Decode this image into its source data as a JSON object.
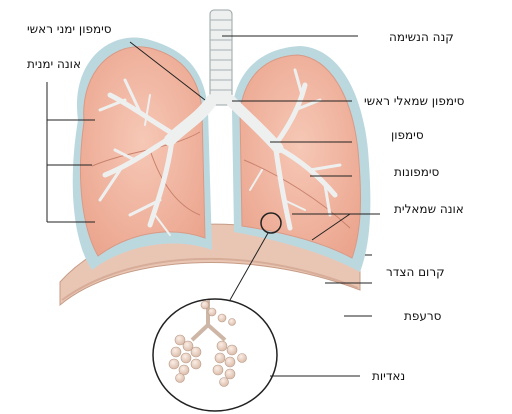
{
  "labels": {
    "trachea": "קנה הנשימה",
    "left_main_bronchus": "סימפון שמאלי ראשי",
    "bronchus": "סימפון",
    "bronchioles": "סימפונות",
    "left_lobe": "אונה שמאלית",
    "pleura": "קרום הצדר",
    "diaphragm": "סרעפת",
    "alveoli": "נאדיות",
    "right_main_bronchus": "סימפון ימני ראשי",
    "right_lobe": "אונה ימנית"
  },
  "colors": {
    "lung_fill": "#f2b7a4",
    "lung_outline": "#d89a86",
    "pleura": "#bcd8df",
    "diaphragm": "#e9c6b4",
    "airway": "#eef0f0",
    "line": "#222222"
  }
}
